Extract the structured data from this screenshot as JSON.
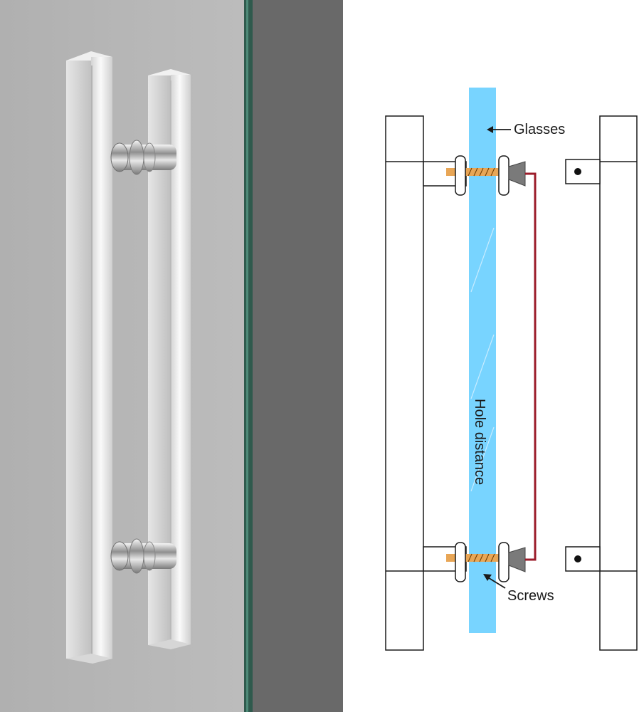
{
  "labels": {
    "glasses": "Glasses",
    "hole_distance": "Hole distance",
    "screws": "Screws"
  },
  "colors": {
    "wall": "#b4b4b4",
    "glass_edge": "#2f5a4d",
    "dark_panel": "#696969",
    "glass_pane": "#78d4ff",
    "screw": "#e8a656",
    "bracket": "#9b1b2a"
  }
}
